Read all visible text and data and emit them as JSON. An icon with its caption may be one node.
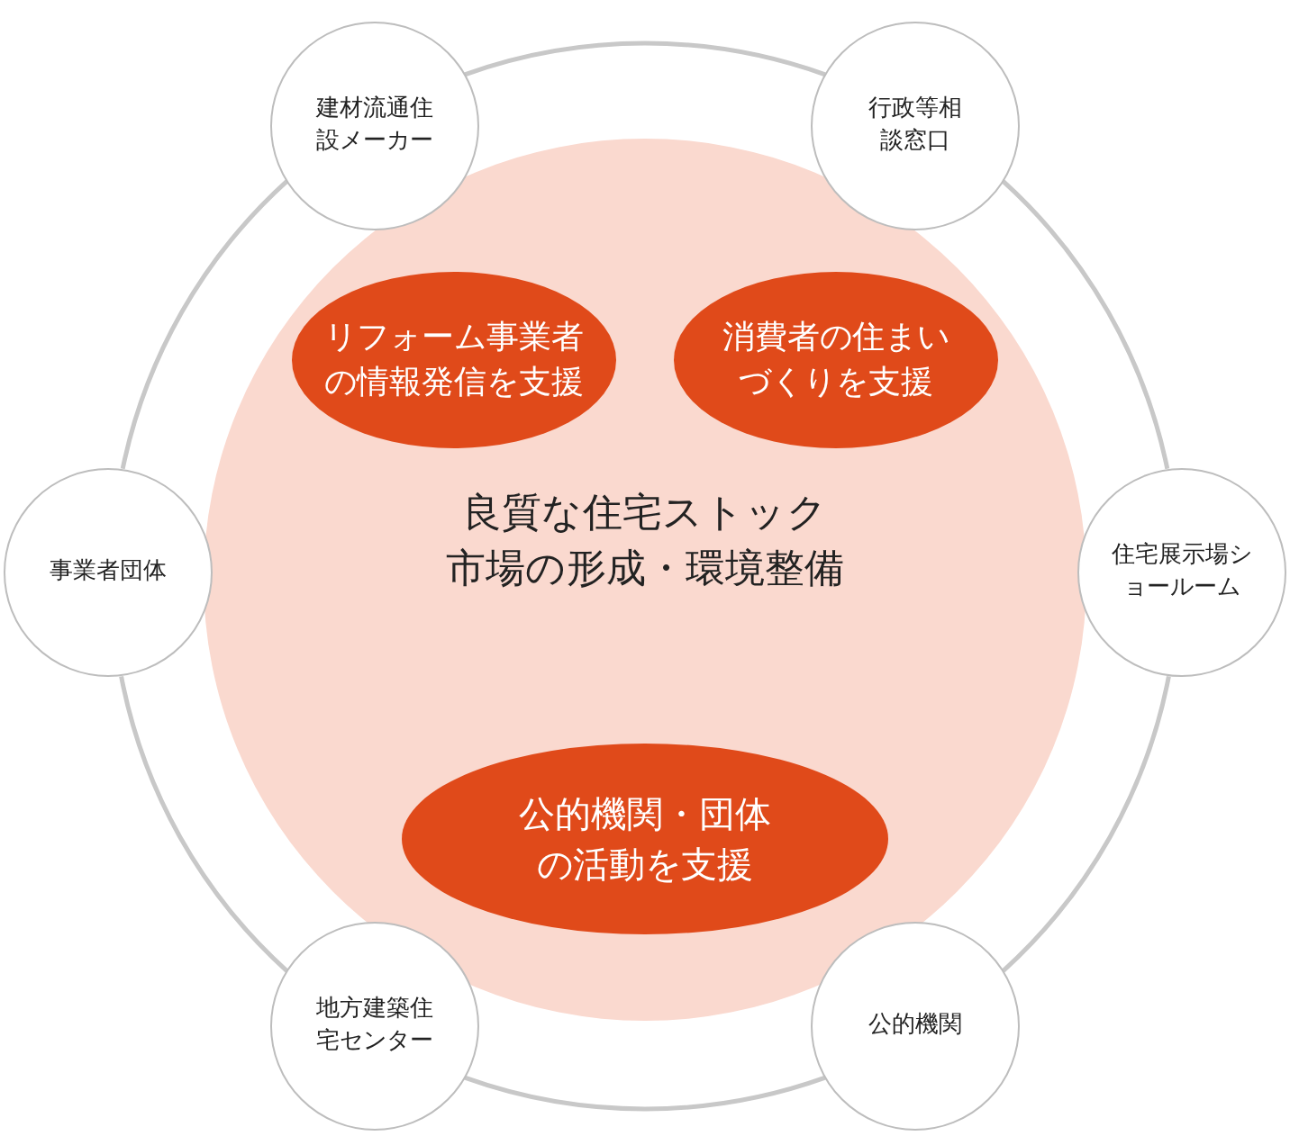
{
  "diagram": {
    "nodes": [
      {
        "text": [
          "良質な住宅ストック市場の形成・環境整備"
        ]
      },
      {
        "text": [
          "リフォーム事業者の情報発信を支援"
        ],
        "in": 0
      },
      {
        "text": [
          "消費者の住まいづくりを支援"
        ],
        "in": 0
      },
      {
        "text": [
          "公的機関・団体の活動を支援"
        ],
        "in": 0
      },
      {
        "text": [
          "建材流通住設メーカー"
        ]
      },
      {
        "text": [
          "行政等相談窓口"
        ]
      },
      {
        "text": [
          "事業者団体"
        ]
      },
      {
        "text": [
          "住宅展示場ショールーム"
        ]
      },
      {
        "text": [
          "地方建築住宅センター"
        ]
      },
      {
        "text": [
          "公的機関"
        ]
      }
    ],
    "edges": [
      {
        "from": 4,
        "to": 5,
        "arrow": "none"
      },
      {
        "from": 5,
        "to": 7,
        "arrow": "none"
      },
      {
        "from": 7,
        "to": 9,
        "arrow": "none"
      },
      {
        "from": 9,
        "to": 8,
        "arrow": "none"
      },
      {
        "from": 8,
        "to": 6,
        "arrow": "none"
      },
      {
        "from": 6,
        "to": 4,
        "arrow": "none"
      }
    ]
  }
}
